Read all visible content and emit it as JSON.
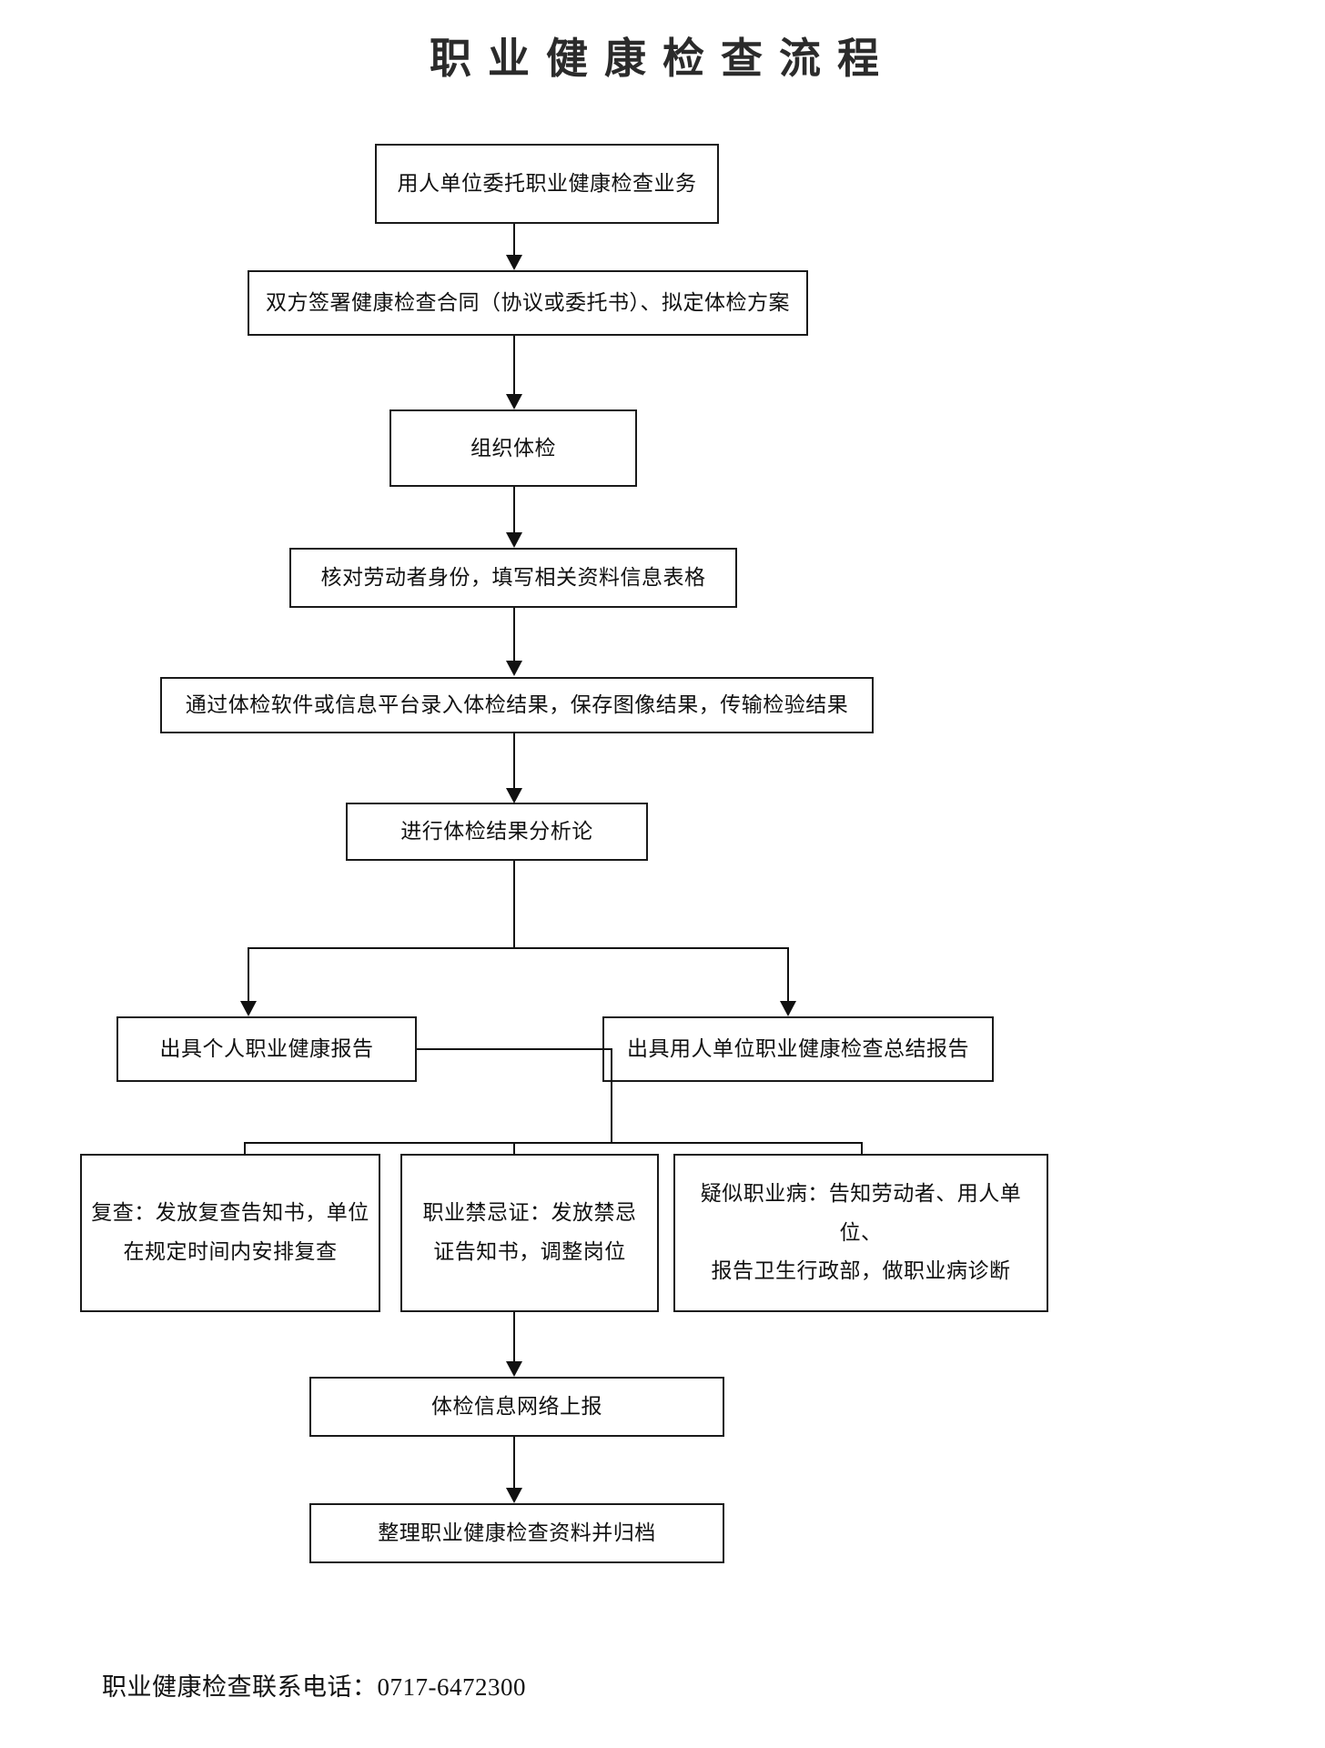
{
  "document": {
    "title": "职业健康检查流程"
  },
  "flow": {
    "nodes": [
      {
        "id": "n1",
        "label": "用人单位委托职业健康检查业务"
      },
      {
        "id": "n2",
        "label": "双方签署健康检查合同（协议或委托书）、拟定体检方案"
      },
      {
        "id": "n3",
        "label": "组织体检"
      },
      {
        "id": "n4",
        "label": "核对劳动者身份，填写相关资料信息表格"
      },
      {
        "id": "n5",
        "label": "通过体检软件或信息平台录入体检结果，保存图像结果，传输检验结果"
      },
      {
        "id": "n6",
        "label": "进行体检结果分析论"
      },
      {
        "id": "n7",
        "label": "出具个人职业健康报告"
      },
      {
        "id": "n8",
        "label": "出具用人单位职业健康检查总结报告"
      },
      {
        "id": "n9a",
        "label": "复查：发放复查告知书，单位"
      },
      {
        "id": "n9b",
        "label": "在规定时间内安排复查"
      },
      {
        "id": "n10a",
        "label": "职业禁忌证：发放禁忌"
      },
      {
        "id": "n10b",
        "label": "证告知书，调整岗位"
      },
      {
        "id": "n11a",
        "label": "疑似职业病：告知劳动者、用人单位、"
      },
      {
        "id": "n11b",
        "label": "报告卫生行政部，做职业病诊断"
      },
      {
        "id": "n12",
        "label": "体检信息网络上报"
      },
      {
        "id": "n13",
        "label": "整理职业健康检查资料并归档"
      }
    ]
  },
  "footer": {
    "contact": "职业健康检查联系电话：0717-6472300"
  },
  "colors": {
    "stroke": "#111111",
    "background": "#ffffff",
    "text": "#111111",
    "title": "#2b2b2b"
  }
}
